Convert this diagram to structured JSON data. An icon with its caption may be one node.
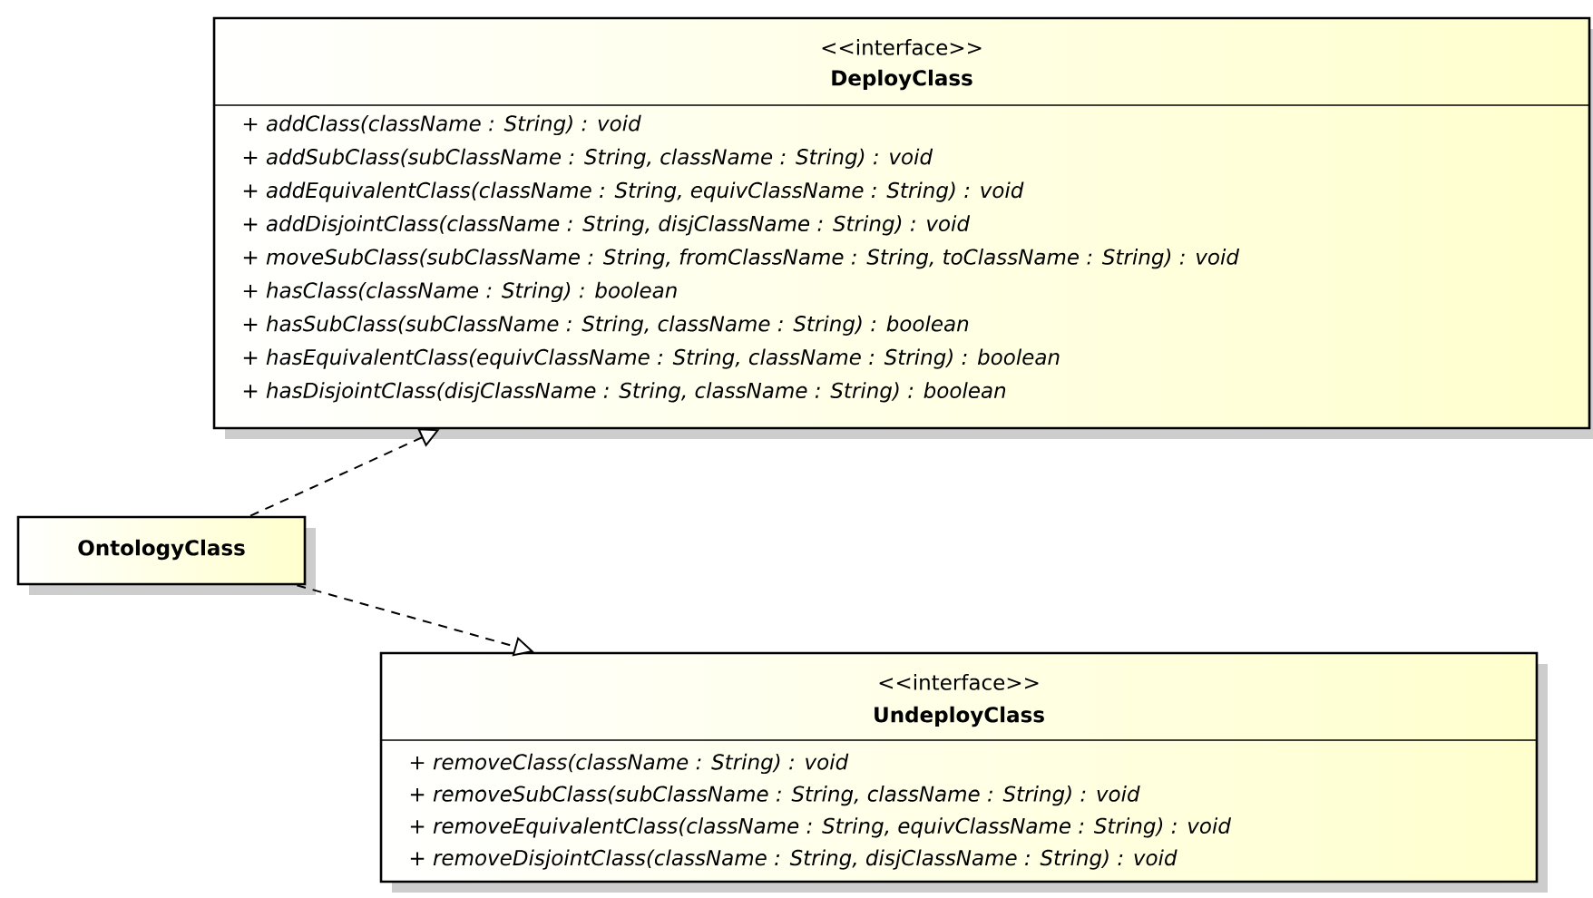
{
  "diagram": {
    "nodes": [
      {
        "text": [
          "<<interface>>",
          "DeployClass",
          "+ addClass(className : String) : void",
          "+ addSubClass(subClassName : String, className : String) : void",
          "+ addEquivalentClass(className : String, equivClassName : String) : void",
          "+ addDisjointClass(className : String, disjClassName : String) : void",
          "+ moveSubClass(subClassName : String, fromClassName : String, toClassName : String) : void",
          "+ hasClass(className : String) : boolean",
          "+ hasSubClass(subClassName : String, className : String) : boolean",
          "+ hasEquivalentClass(equivClassName : String, className : String) : boolean",
          "+ hasDisjointClass(disjClassName : String, className : String) : boolean"
        ]
      },
      {
        "text": [
          "OntologyClass"
        ]
      },
      {
        "text": [
          "<<interface>>",
          "UndeployClass",
          "+ removeClass(className : String) : void",
          "+ removeSubClass(subClassName : String, className : String) : void",
          "+ removeEquivalentClass(className : String, equivClassName : String) : void",
          "+ removeDisjointClass(className : String, disjClassName : String) : void"
        ]
      }
    ],
    "edges": [
      {
        "from": 1,
        "to": 0,
        "arrow": "to",
        "style": "dashed"
      },
      {
        "from": 1,
        "to": 2,
        "arrow": "to",
        "style": "dashed"
      }
    ]
  }
}
